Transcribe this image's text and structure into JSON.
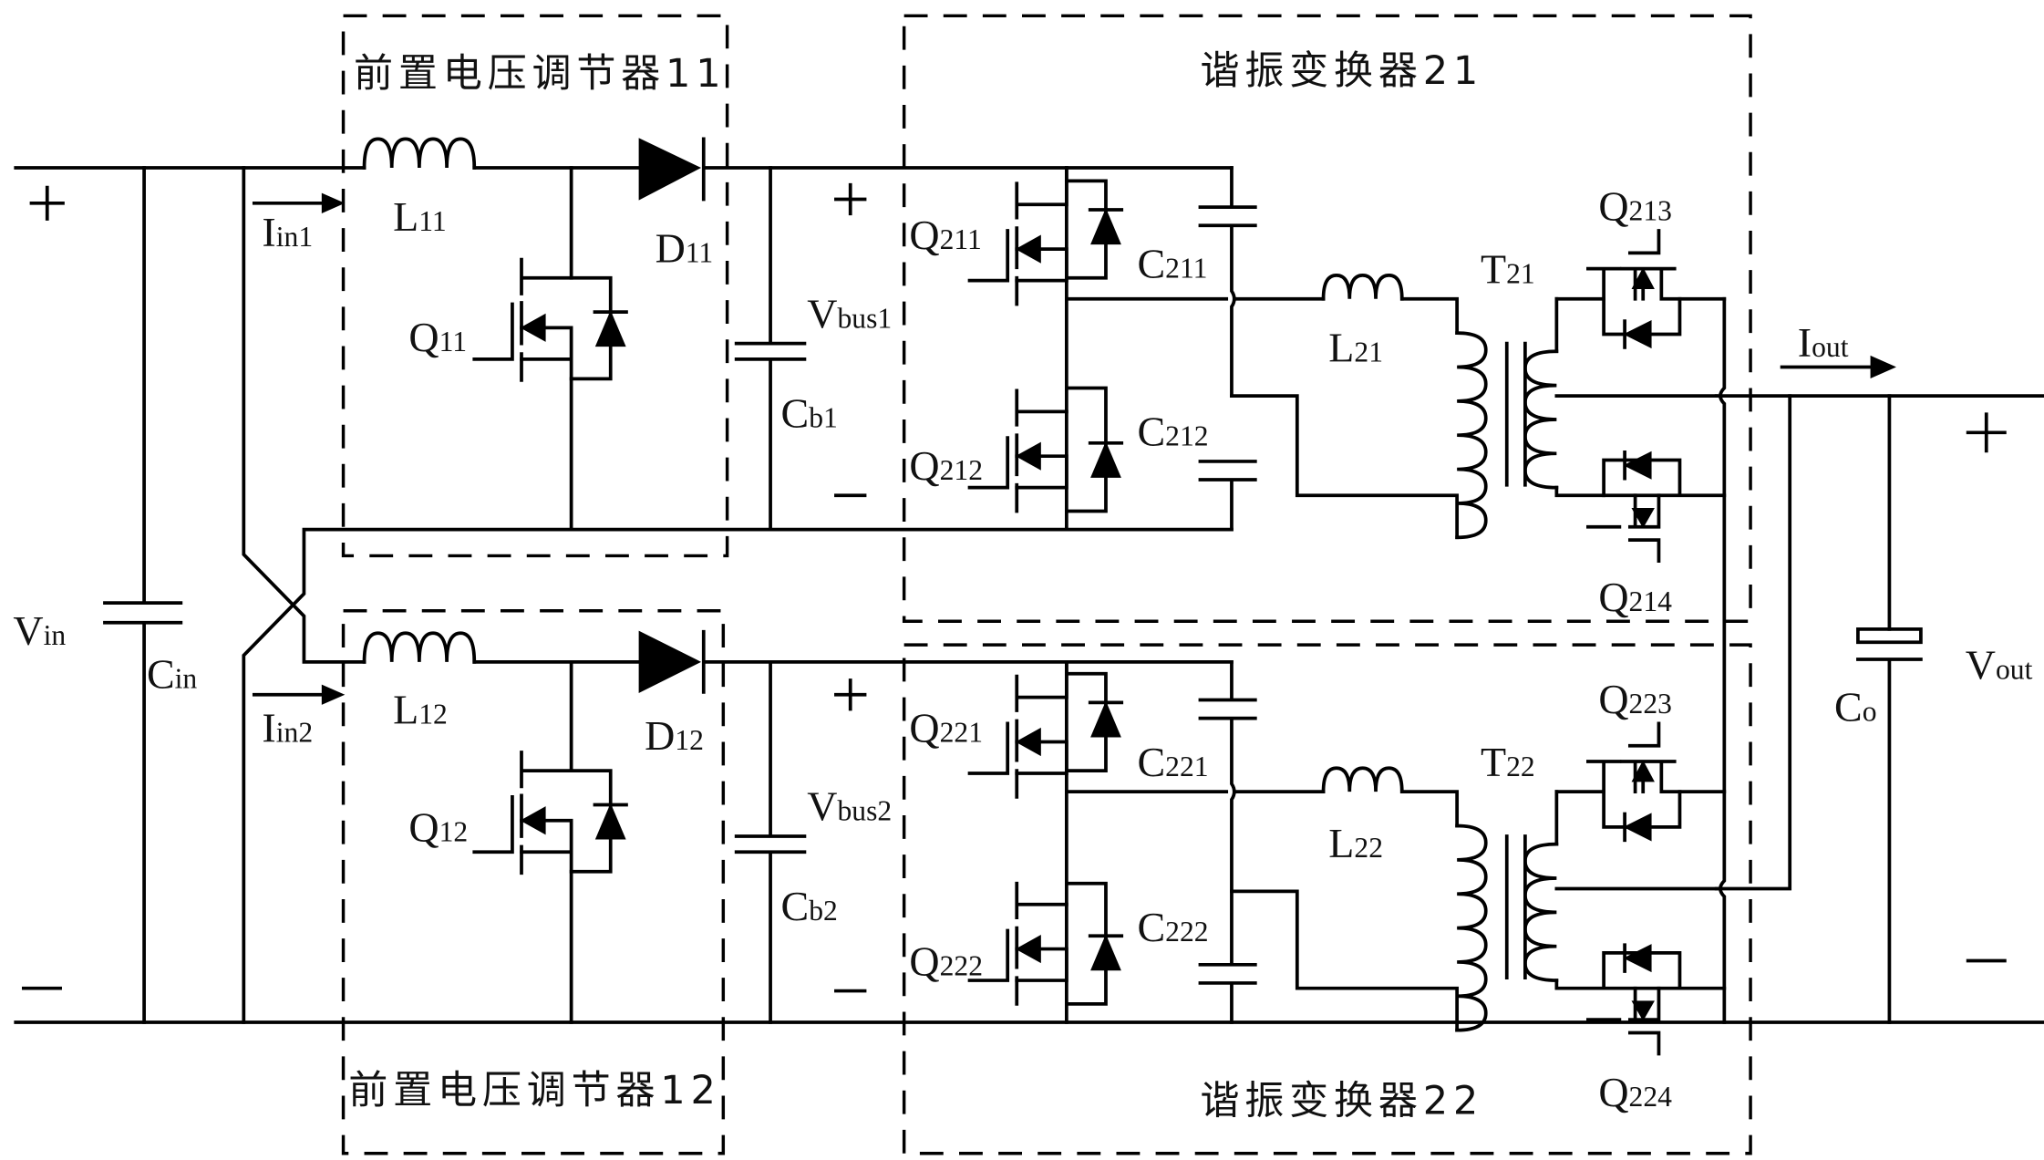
{
  "diagram": {
    "title": "Two-phase pre-regulator + resonant converter schematic",
    "blocks": {
      "prereg_11": "前置电压调节器11",
      "prereg_12": "前置电压调节器12",
      "resonant_21": "谐振变换器21",
      "resonant_22": "谐振变换器22"
    },
    "input": {
      "vin_main": "V",
      "vin_sub": "in",
      "cin_main": "C",
      "cin_sub": "in",
      "plus": "+",
      "minus": "—",
      "iin1_main": "I",
      "iin1_sub": "in1",
      "iin2_main": "I",
      "iin2_sub": "in2"
    },
    "prereg11": {
      "L_main": "L",
      "L_sub": "11",
      "D_main": "D",
      "D_sub": "11",
      "Q_main": "Q",
      "Q_sub": "11",
      "Cb_main": "C",
      "Cb_sub": "b1",
      "Vbus_main": "V",
      "Vbus_sub": "bus1",
      "plus": "+",
      "minus": "—"
    },
    "prereg12": {
      "L_main": "L",
      "L_sub": "12",
      "D_main": "D",
      "D_sub": "12",
      "Q_main": "Q",
      "Q_sub": "12",
      "Cb_main": "C",
      "Cb_sub": "b2",
      "Vbus_main": "V",
      "Vbus_sub": "bus2",
      "plus": "+",
      "minus": "—"
    },
    "res21": {
      "Q1_main": "Q",
      "Q1_sub": "211",
      "Q2_main": "Q",
      "Q2_sub": "212",
      "C1_main": "C",
      "C1_sub": "211",
      "C2_main": "C",
      "C2_sub": "212",
      "L_main": "L",
      "L_sub": "21",
      "T_main": "T",
      "T_sub": "21",
      "Q3_main": "Q",
      "Q3_sub": "213",
      "Q4_main": "Q",
      "Q4_sub": "214"
    },
    "res22": {
      "Q1_main": "Q",
      "Q1_sub": "221",
      "Q2_main": "Q",
      "Q2_sub": "222",
      "C1_main": "C",
      "C1_sub": "221",
      "C2_main": "C",
      "C2_sub": "222",
      "L_main": "L",
      "L_sub": "22",
      "T_main": "T",
      "T_sub": "22",
      "Q3_main": "Q",
      "Q3_sub": "223",
      "Q4_main": "Q",
      "Q4_sub": "224"
    },
    "output": {
      "iout_main": "I",
      "iout_sub": "out",
      "co_main": "C",
      "co_sub": "o",
      "vout_main": "V",
      "vout_sub": "out",
      "plus": "+",
      "minus": "—"
    }
  }
}
